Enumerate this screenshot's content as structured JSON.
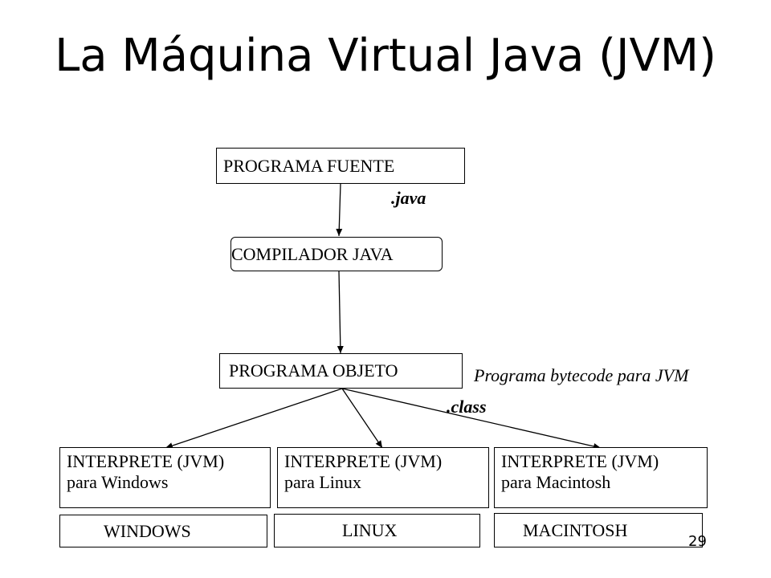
{
  "title": "La Máquina Virtual Java (JVM)",
  "nodes": {
    "fuente": "PROGRAMA FUENTE",
    "compilador": "COMPILADOR JAVA",
    "objeto": "PROGRAMA OBJETO",
    "interp_windows": {
      "line1": "INTERPRETE (JVM)",
      "line2": "para Windows"
    },
    "interp_linux": {
      "line1": "INTERPRETE (JVM)",
      "line2": "para Linux"
    },
    "interp_mac": {
      "line1": "INTERPRETE (JVM)",
      "line2": "para Macintosh"
    },
    "os_windows": "WINDOWS",
    "os_linux": "LINUX",
    "os_mac": "MACINTOSH"
  },
  "labels": {
    "java_ext": ".java",
    "class_ext": ".class",
    "bytecode_note": "Programa bytecode para JVM"
  },
  "slide_number": "29",
  "edges": [
    {
      "from": "fuente",
      "to": "compilador"
    },
    {
      "from": "compilador",
      "to": "objeto"
    },
    {
      "from": "objeto",
      "to": "interp_windows"
    },
    {
      "from": "objeto",
      "to": "interp_linux"
    },
    {
      "from": "objeto",
      "to": "interp_mac"
    }
  ]
}
